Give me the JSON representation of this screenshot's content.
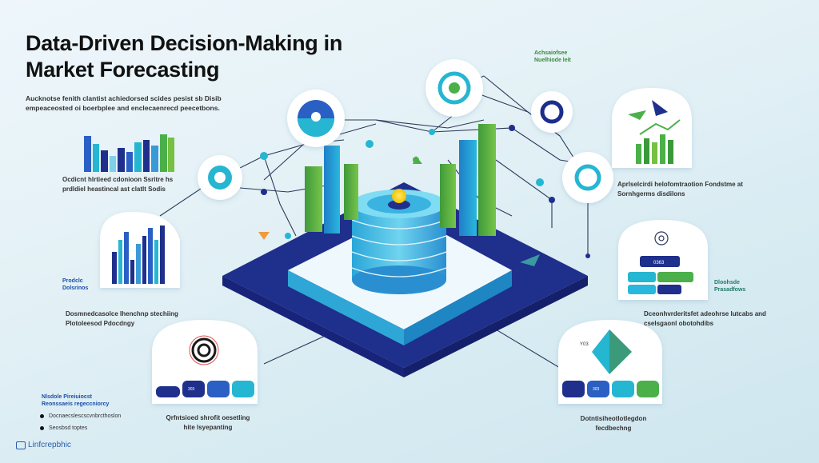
{
  "title": "Data-Driven Decision-Making in Market Forecasting",
  "intro": "Aucknotse fenith clantist achiedorsed scides pesist sb Disib empeaceosted oi boerbplee and enclecaenrecd peecetbons.",
  "captions": {
    "left_top": "Ocdicnt hlrtieed cdonioon Ssritre hs prdldiel heastincal ast clatlt Sodis",
    "left_mid": "Dosmnedcasolce Ihenchnp stechiing Plotoleesod Pdocdngy",
    "left_bottom": "Qrfntsioed shrofit oesetling hite lsyepanting",
    "right_top": "Aprlselcirdi helofomtraotion Fondstme at Sornhgerms disdilons",
    "right_mid": "Dceonhvrderitsfet adeohrse lutcabs and cselsgaonl obotohdibs",
    "right_bottom": "Dotntisiheotlotlegdon fecdbechng",
    "top_right_tag": "Achsaiofsee Nuelhiode leit"
  },
  "tags": {
    "predictive": "Prodclc Dolsrinos",
    "dashboard": "Dloohsde Prasadfows",
    "bottom_left_title": "Nlsdole Pireiuiocst Reonssaeis regeccniorcy"
  },
  "bottom_list": [
    "Docnaecslescscvnbrcthoslon",
    "Seosbsd toptes"
  ],
  "chips": {
    "right_panel": "0363",
    "bottom_left_panel": [
      "",
      "303",
      "",
      ""
    ],
    "bottom_right_panel": [
      "",
      "303",
      "",
      ""
    ],
    "bottom_right_label": "Y03"
  },
  "brand": "Linfcrepbhic",
  "colors": {
    "navy": "#1f2f8c",
    "blue": "#2a5fc4",
    "teal": "#25b6d2",
    "green": "#4bb04a",
    "lime": "#76c043"
  }
}
